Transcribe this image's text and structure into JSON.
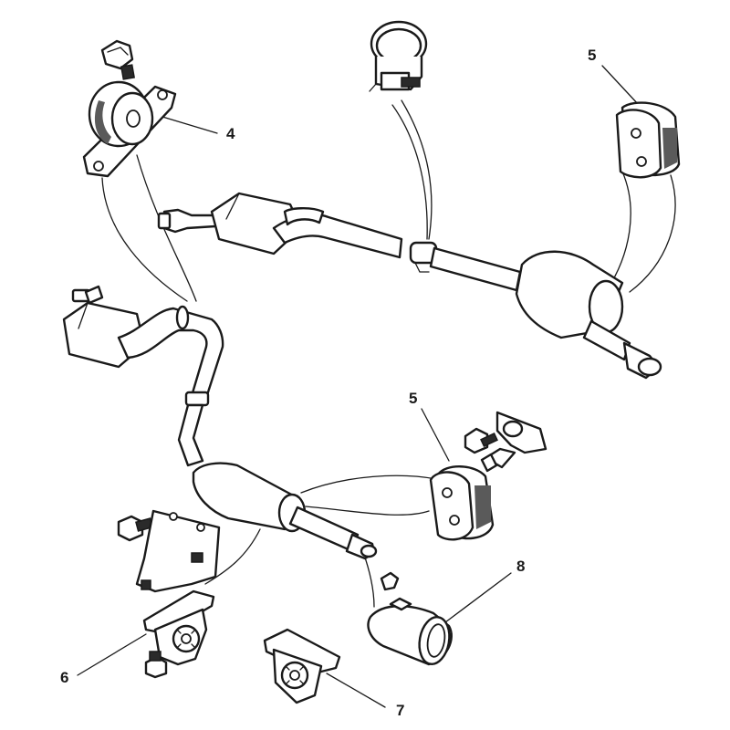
{
  "callouts": {
    "c4": "4",
    "c5_top": "5",
    "c5_mid": "5",
    "c6": "6",
    "c7": "7",
    "c8": "8"
  }
}
